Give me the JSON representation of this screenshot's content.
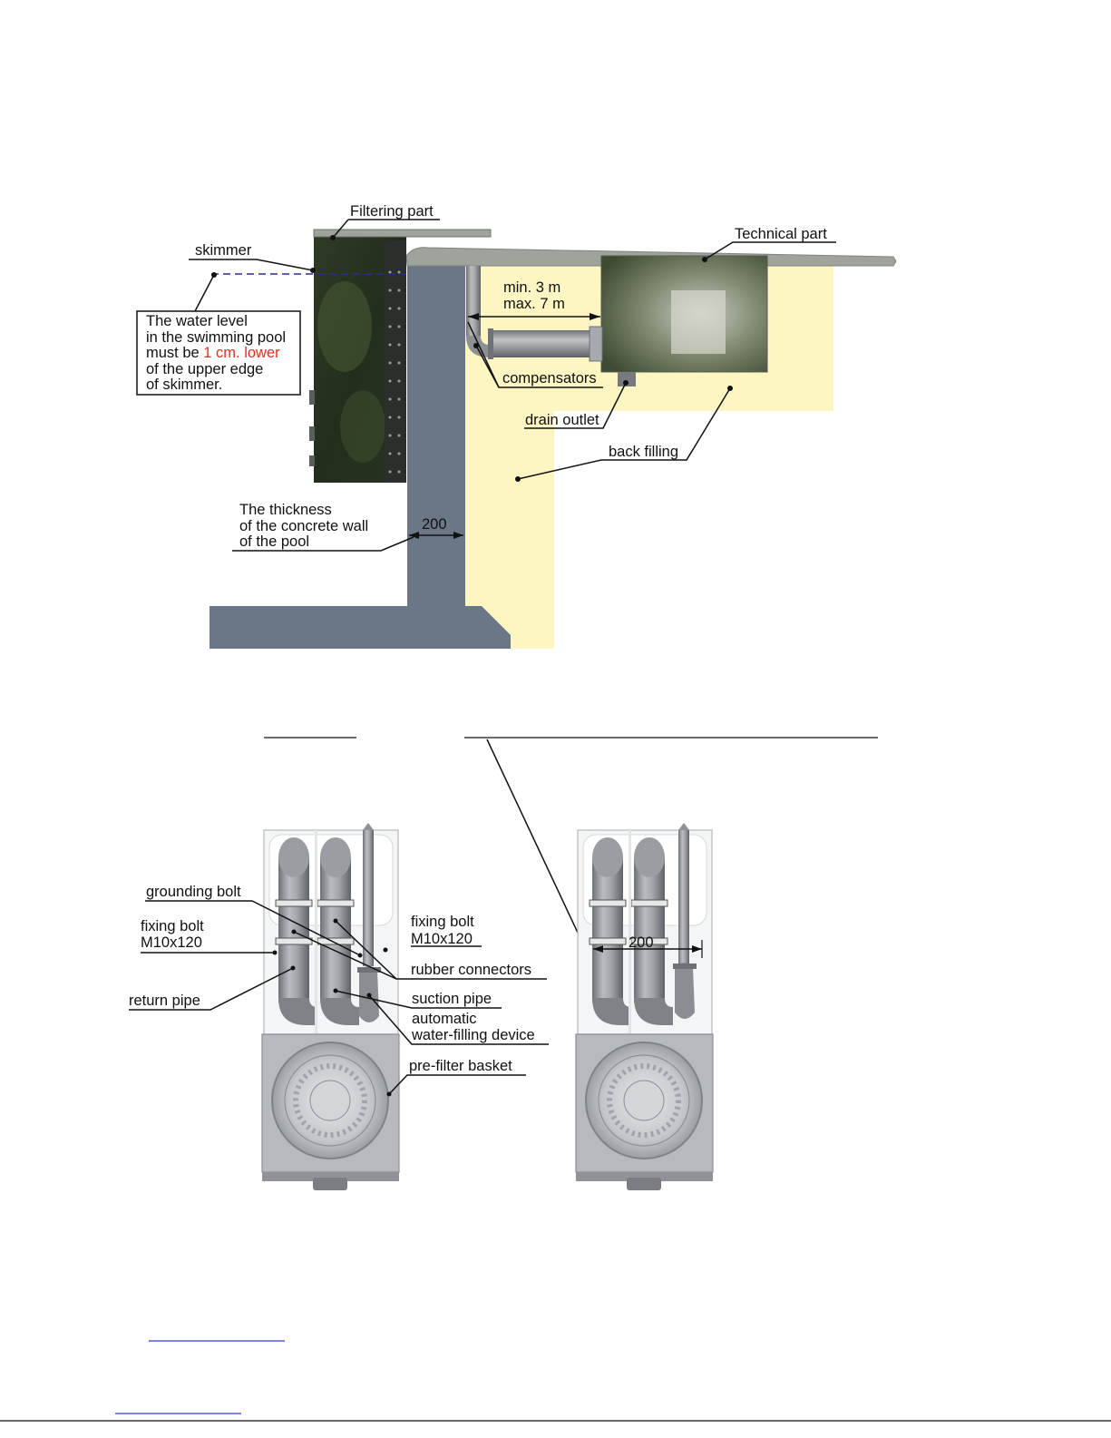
{
  "colors": {
    "concrete": "#6b7786",
    "backfill": "#fdf6c3",
    "deck": "#9ea49c",
    "water_level_line": "#2a2f8c",
    "highlight": "#e0301e",
    "unit_body": "#c9cccf",
    "pipe": "#8d9094"
  },
  "section": {
    "filtering_part": "Filtering part",
    "technical_part": "Technical part",
    "skimmer": "skimmer",
    "distance_min": "min. 3 m",
    "distance_max": "max. 7 m",
    "water_note": {
      "line1": "The water level",
      "line2": "in the swimming pool",
      "line3_prefix": "must be ",
      "line3_highlight": "1 cm. lower",
      "line4": "of the upper edge",
      "line5": "of skimmer."
    },
    "compensators": "compensators",
    "drain_outlet": "drain outlet",
    "back_filling": "back filling",
    "wall_note": {
      "line1": "The thickness",
      "line2": "of the concrete wall",
      "line3": "of the pool"
    },
    "wall_thickness": "200"
  },
  "units": {
    "grounding_bolt": "grounding bolt",
    "fixing_bolt_left_1": "fixing bolt",
    "fixing_bolt_left_2": "M10x120",
    "fixing_bolt_right_1": "fixing bolt",
    "fixing_bolt_right_2": "M10x120",
    "rubber_connectors": "rubber connectors",
    "return_pipe": "return pipe",
    "suction_pipe": "suction pipe",
    "auto_fill_1": "automatic",
    "auto_fill_2": "water-filling device",
    "prefilter_basket": "pre-filter basket",
    "dimension": "200"
  }
}
